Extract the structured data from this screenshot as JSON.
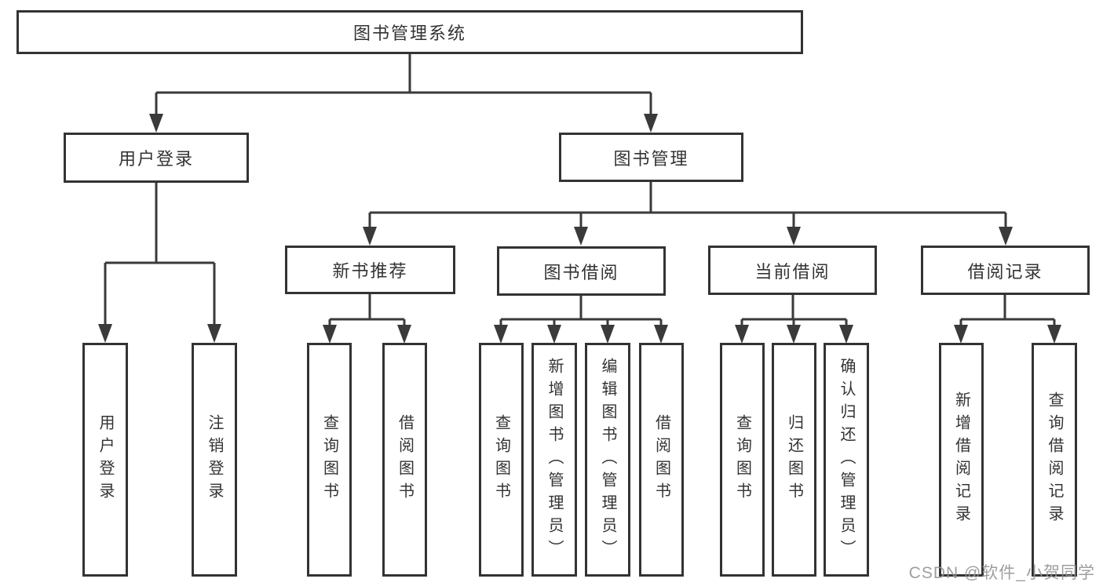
{
  "diagram": {
    "type": "hierarchy-tree",
    "background": "#ffffff",
    "line_color": "#3a3a3a",
    "box_border_color": "#333333",
    "text_color": "#333333",
    "watermark": {
      "text": "CSDN @软件_小贺同学",
      "color": "#949494"
    }
  },
  "nodes": {
    "root": {
      "label": "图书管理系统"
    },
    "user_login": {
      "label": "用户登录"
    },
    "book_mgmt": {
      "label": "图书管理"
    },
    "new_book": {
      "label": "新书推荐"
    },
    "book_borrow": {
      "label": "图书借阅"
    },
    "current_borrow": {
      "label": "当前借阅"
    },
    "borrow_record": {
      "label": "借阅记录"
    },
    "ul_login": {
      "label": "用户登录"
    },
    "ul_logout": {
      "label": "注销登录"
    },
    "nb_query": {
      "label": "查询图书"
    },
    "nb_borrow": {
      "label": "借阅图书"
    },
    "bb_query": {
      "label": "查询图书"
    },
    "bb_add": {
      "label": "新增图书（管理员）"
    },
    "bb_edit": {
      "label": "编辑图书（管理员）"
    },
    "bb_borrow": {
      "label": "借阅图书"
    },
    "cb_query": {
      "label": "查询图书"
    },
    "cb_return": {
      "label": "归还图书"
    },
    "cb_confirm": {
      "label": "确认归还（管理员）"
    },
    "br_add": {
      "label": "新增借阅记录"
    },
    "br_query": {
      "label": "查询借阅记录"
    }
  },
  "hierarchy": {
    "图书管理系统": {
      "用户登录": [
        "用户登录",
        "注销登录"
      ],
      "图书管理": {
        "新书推荐": [
          "查询图书",
          "借阅图书"
        ],
        "图书借阅": [
          "查询图书",
          "新增图书（管理员）",
          "编辑图书（管理员）",
          "借阅图书"
        ],
        "当前借阅": [
          "查询图书",
          "归还图书",
          "确认归还（管理员）"
        ],
        "借阅记录": [
          "新增借阅记录",
          "查询借阅记录"
        ]
      }
    }
  }
}
